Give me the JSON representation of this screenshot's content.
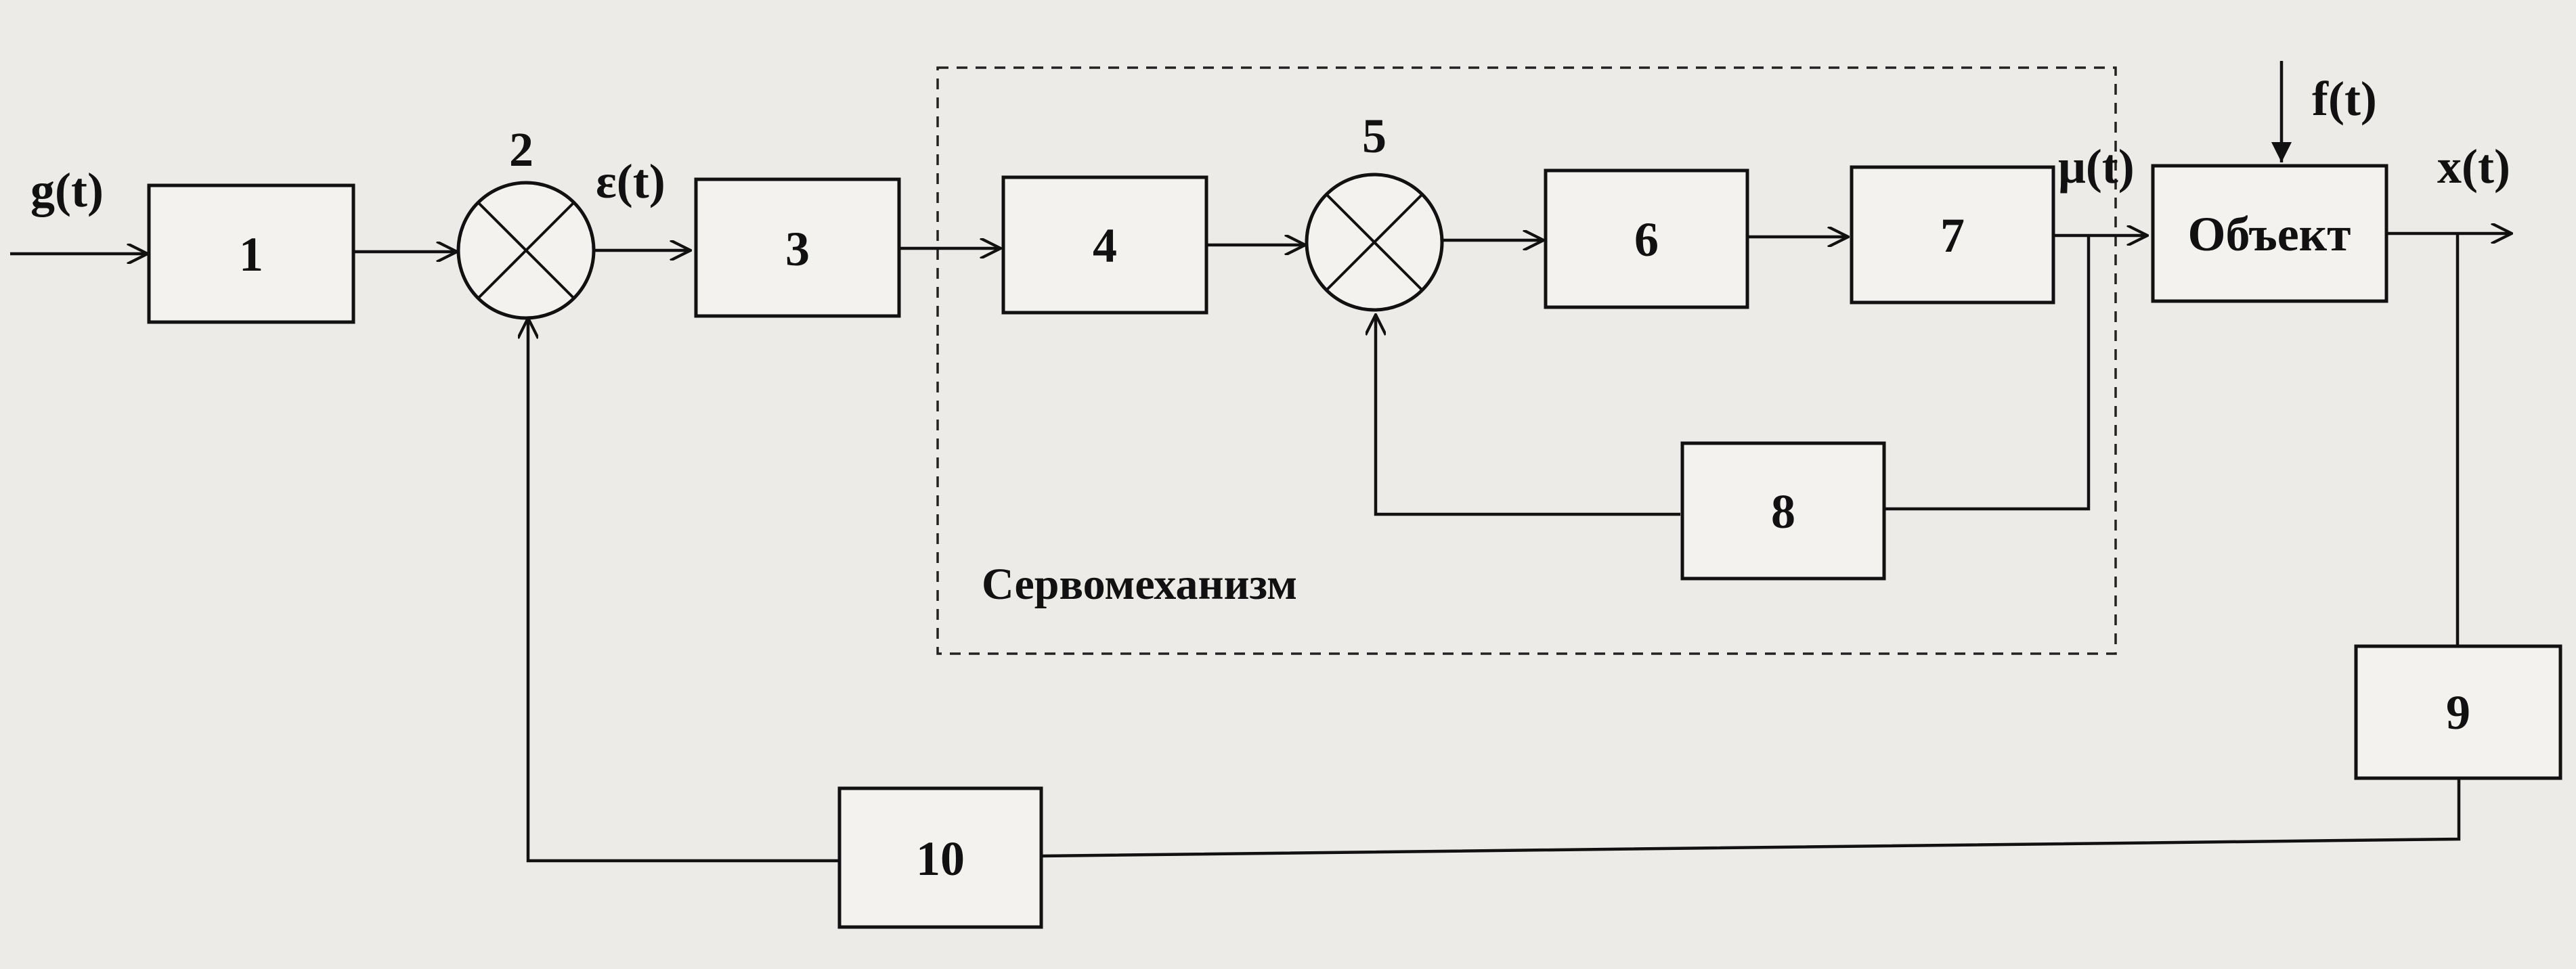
{
  "blocks": {
    "b1": "1",
    "b3": "3",
    "b4": "4",
    "b6": "6",
    "b7": "7",
    "b8": "8",
    "b9": "9",
    "b10": "10",
    "object": "Объект"
  },
  "summing_junctions": {
    "s2": "2",
    "s5": "5"
  },
  "signals": {
    "input": "g(t)",
    "error": "ε(t)",
    "control": "μ(t)",
    "disturbance": "f(t)",
    "output": "x(t)"
  },
  "servo_group_label": "Сервомеханизм"
}
